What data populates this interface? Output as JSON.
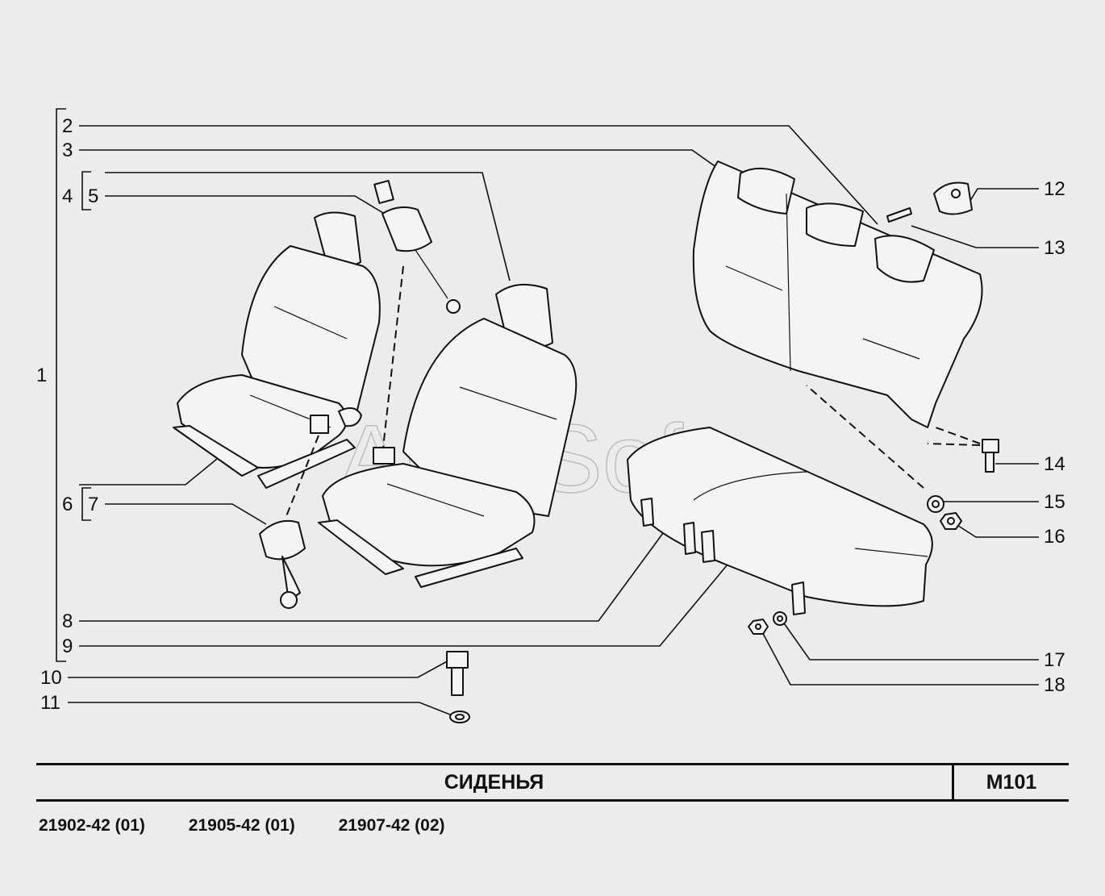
{
  "title": "СИДЕНЬЯ",
  "page_code": "M101",
  "models": [
    "21902-42 (01)",
    "21905-42 (01)",
    "21907-42 (02)"
  ],
  "watermark": "AutoSoft",
  "callouts": {
    "c1": "1",
    "c2": "2",
    "c3": "3",
    "c4": "4",
    "c5": "5",
    "c6": "6",
    "c7": "7",
    "c8": "8",
    "c9": "9",
    "c10": "10",
    "c11": "11",
    "c12": "12",
    "c13": "13",
    "c14": "14",
    "c15": "15",
    "c16": "16",
    "c17": "17",
    "c18": "18"
  }
}
